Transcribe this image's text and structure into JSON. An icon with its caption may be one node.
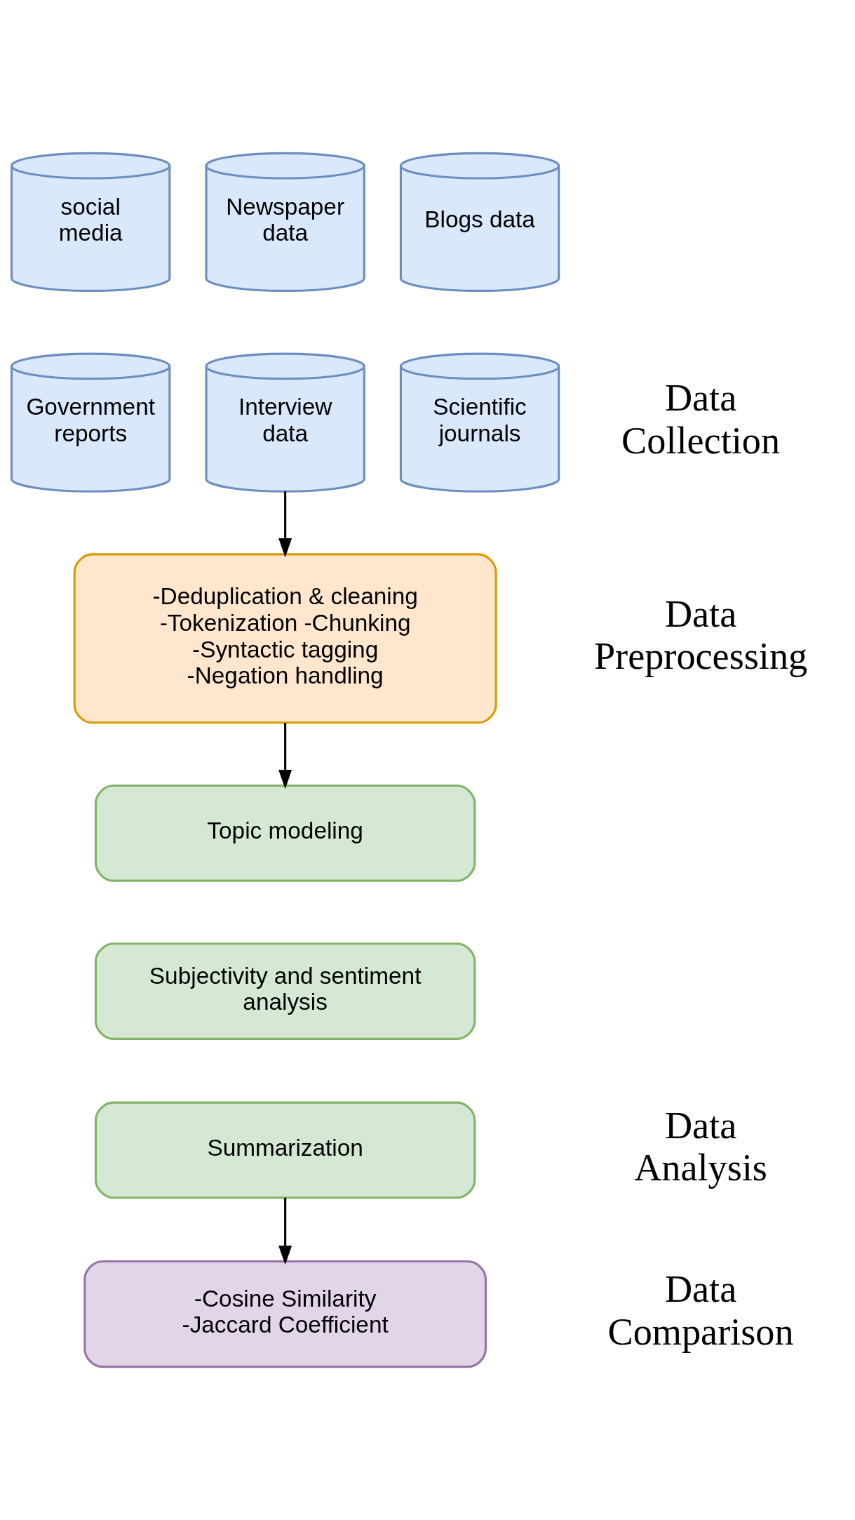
{
  "diagram": {
    "nodes": [
      {
        "text": [
          "social media"
        ]
      },
      {
        "text": [
          "Newspaper data"
        ]
      },
      {
        "text": [
          "Blogs data"
        ]
      },
      {
        "text": [
          "Government reports"
        ]
      },
      {
        "text": [
          "Interview data"
        ]
      },
      {
        "text": [
          "Scientific journals"
        ]
      },
      {
        "text": [
          "-Deduplication & cleaning -Tokenization -Chunking -Syntactic tagging -Negation handling"
        ]
      },
      {
        "text": [
          "Topic modeling"
        ]
      },
      {
        "text": [
          "Subjectivity and sentiment analysis"
        ]
      },
      {
        "text": [
          "Summarization"
        ]
      },
      {
        "text": [
          "-Cosine Similarity -Jaccard Coefficient"
        ]
      }
    ],
    "edges": [
      {
        "from": 4,
        "to": 6,
        "arrow": "to"
      },
      {
        "from": 6,
        "to": 7,
        "arrow": "to"
      },
      {
        "from": 9,
        "to": 10,
        "arrow": "to"
      }
    ],
    "labels": [
      "Data Collection",
      "Data Preprocessing",
      "Data Analysis",
      "Data Comparison"
    ]
  }
}
